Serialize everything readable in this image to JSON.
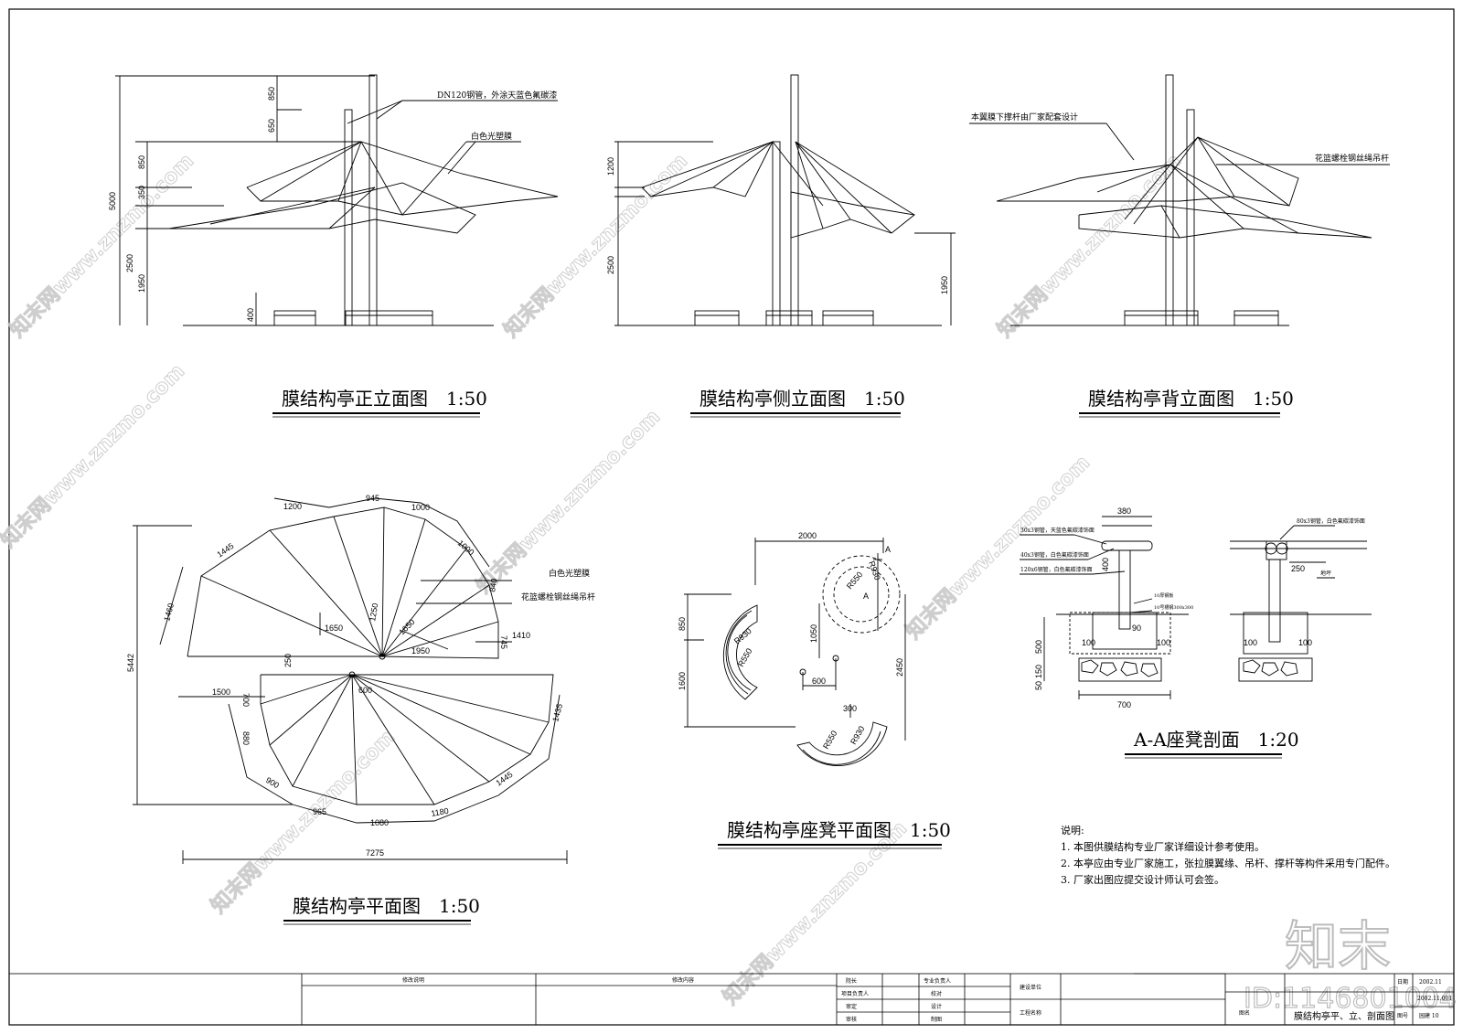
{
  "titles": {
    "front": "膜结构亭正立面图　1:50",
    "side": "膜结构亭侧立面图　1:50",
    "back": "膜结构亭背立面图　1:50",
    "plan": "膜结构亭平面图　1:50",
    "bench": "膜结构亭座凳平面图　1:50",
    "section": "A-A座凳剖面　1:20"
  },
  "front": {
    "dims": [
      "5000",
      "850",
      "650",
      "850",
      "350",
      "2500",
      "1950",
      "400"
    ],
    "notes": [
      "DN120钢管，外涂天蓝色氟碳漆",
      "白色光塑膜"
    ]
  },
  "side": {
    "dims": [
      "1200",
      "2500",
      "1950"
    ]
  },
  "back": {
    "notes": [
      "本翼膜下撑杆由厂家配套设计",
      "花篮螺栓钢丝绳吊杆"
    ]
  },
  "plan": {
    "dims_top": [
      "1200",
      "945",
      "1000",
      "1000",
      "1445",
      "840"
    ],
    "dims_left": [
      "1460",
      "5442"
    ],
    "dims_inner": [
      "1650",
      "1250",
      "1650",
      "1950",
      "745",
      "1410",
      "1500",
      "250",
      "600",
      "700"
    ],
    "dims_bottom": [
      "880",
      "900",
      "965",
      "1080",
      "1180",
      "1445",
      "1435",
      "7275"
    ],
    "notes": [
      "白色光塑膜",
      "花篮螺栓钢丝绳吊杆"
    ]
  },
  "bench": {
    "dims": [
      "2000",
      "850",
      "1600",
      "1050",
      "600",
      "2450",
      "300",
      "R930",
      "R550",
      "R930",
      "R550",
      "R550",
      "R930"
    ],
    "marks": [
      "A",
      "A"
    ]
  },
  "section": {
    "dims": [
      "380",
      "400",
      "250",
      "500",
      "150",
      "50",
      "90",
      "100",
      "100",
      "100",
      "100",
      "700"
    ],
    "notes": [
      "30x3钢管，天蓝色氟碳漆饰面",
      "40x3钢管，白色氟碳漆饰面",
      "120x6钢管，白色氟碳漆饰面",
      "10厚钢板",
      "10号槽钢300x300",
      "80x3钢管，白色氟碳漆饰面",
      "地坪"
    ]
  },
  "explanation": {
    "heading": "说明:",
    "lines": [
      "1. 本图供膜结构专业厂家详细设计参考使用。",
      "2. 本亭应由专业厂家施工，张拉膜翼缘、吊杆、撑杆等构件采用专门配件。",
      "3. 厂家出图应提交设计师认可会签。"
    ]
  },
  "titleblock": {
    "rev_col1": "修改说明",
    "rev_col2": "修改内容",
    "roles": [
      "院长",
      "项目负责人",
      "审定",
      "审核"
    ],
    "roles2": [
      "专业负责人",
      "校对",
      "设计",
      "制图"
    ],
    "client_label": "建设单位",
    "project_label": "工程名称",
    "drawing_name_label": "图名",
    "drawing_name": "膜结构亭平、立、剖面图",
    "date_label": "日期",
    "date": "2002.11",
    "number_label": "图号",
    "number": "园建 10",
    "code": "2002.11.001"
  },
  "watermark": {
    "site": "知末网www.znzmo.com",
    "brand": "知末",
    "id": "ID:1146801004"
  }
}
